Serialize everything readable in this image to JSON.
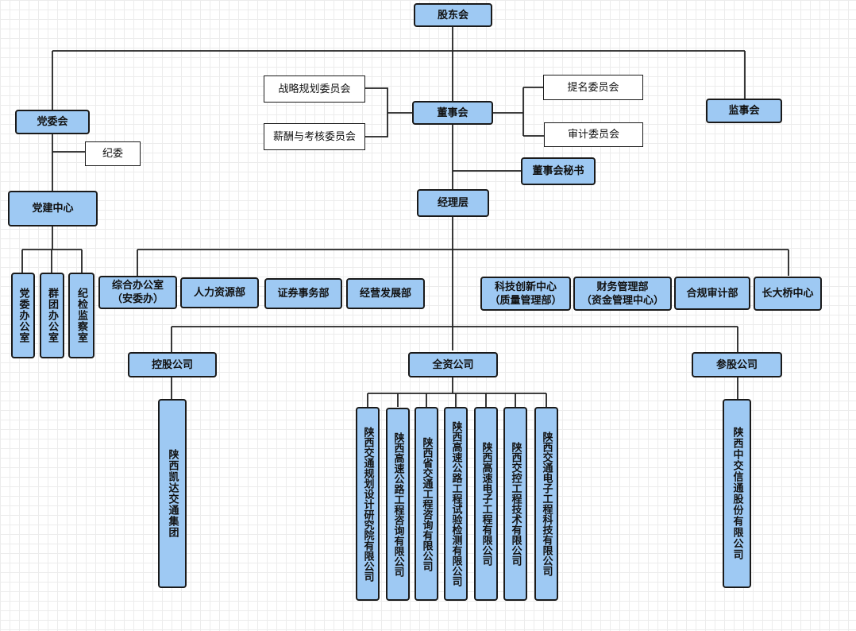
{
  "top": {
    "shareholders": "股东会",
    "board": "董事会",
    "supervisors": "监事会",
    "board_secretary": "董事会秘书",
    "management": "经理层"
  },
  "committees": {
    "strategy": "战略规划委员会",
    "compensation": "薪酬与考核委员会",
    "nomination": "提名委员会",
    "audit": "审计委员会"
  },
  "party": {
    "committee": "党委会",
    "discipline": "纪委",
    "center": "党建中心",
    "offices": [
      "党委办公室",
      "群团办公室",
      "纪检监察室"
    ]
  },
  "departments": {
    "general_office": "综合办公室\n（安委办）",
    "hr": "人力资源部",
    "securities": "证券事务部",
    "business_dev": "经营发展部",
    "tech_center": "科技创新中心\n（质量管理部）",
    "finance": "财务管理部\n（资金管理中心）",
    "compliance": "合规审计部",
    "bridge_center": "长大桥中心"
  },
  "companies": {
    "holding": "控股公司",
    "wholly_owned": "全资公司",
    "participating": "参股公司",
    "holding_subs": [
      "陕西凯达交通集团"
    ],
    "wholly_subs": [
      "陕西交通规划设计研究院有限公司",
      "陕西高速公路工程咨询有限公司",
      "陕西省交通工程咨询有限公司",
      "陕西高速公路工程试验检测有限公司",
      "陕西高速电子工程有限公司",
      "陕西交控工程技术有限公司",
      "陕西交通电子工程科技有限公司"
    ],
    "participating_subs": [
      "陕西中交信通股份有限公司"
    ]
  }
}
